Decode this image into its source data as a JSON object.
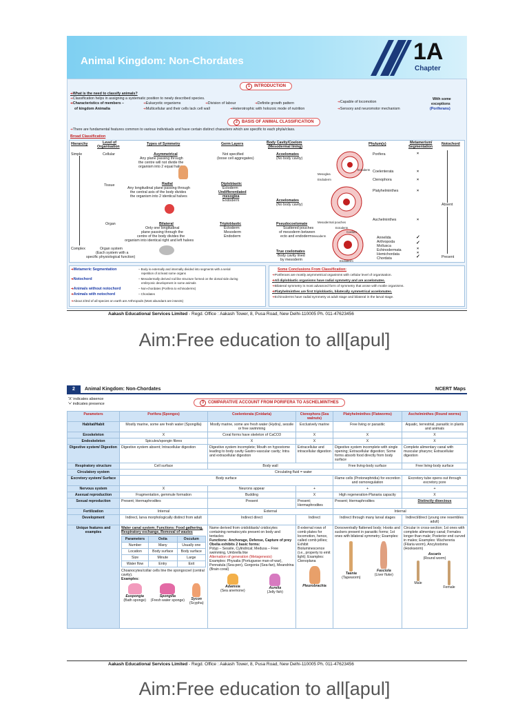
{
  "page1": {
    "title": "Animal Kingdom: Non-Chordates",
    "chapter_num": "1A",
    "chapter_label": "Chapter",
    "intro": {
      "num": "1",
      "heading": "INTRODUCTION",
      "q": "What is the need to classify animals?",
      "l1": "Classification helps in assigning a systematic position to newly described species.",
      "l2a": "Characteristics of members –",
      "l2b": "of kingdom Animalia",
      "c1": "Eukaryotic organisms",
      "c2": "Division of labour",
      "c3": "Definite growth pattern",
      "c4": "Capable of locomotion",
      "c5": "Multicellular and their cells lack cell wall",
      "c6": "Heterotrophic with holozoic mode of nutrition",
      "c7": "Sensory and neuromotor mechanism",
      "exc1": "With some",
      "exc2": "exceptions",
      "exc3": "(Poriferans)"
    },
    "basis": {
      "num": "2",
      "heading": "BASIS OF ANIMAL CLASSIFICATION",
      "line": "There are fundamental features common to various individuals and have certain distinct characters which are specific to each phyla/class.",
      "broad": "Broad Classification",
      "h_hier": "Hierarchy",
      "h_level1": "Level of",
      "h_level2": "Organisation",
      "h_sym": "Types of Symmetry",
      "h_germ": "Germ Layers",
      "h_cav1": "Body Cavity/Coelom",
      "h_cav2": "(Mesodermal lining)",
      "h_phy": "Phylum(s)",
      "h_met1": "Metamerism/",
      "h_met2": "Segmentation",
      "h_noto": "Notochord",
      "simple": "Simple",
      "complex": "Complex",
      "cellular": "Cellular",
      "tissue": "Tissue",
      "organ": "Organ",
      "organsys1": "Organ system",
      "organsys2": "(Each system with a",
      "organsys3": "specific physiological function)",
      "asym": "Asymmetrical",
      "asym1": "Any plane passing through",
      "asym2": "the centre will not divide the",
      "asym3": "organism into 2 equal halves",
      "radial": "Radial",
      "rad1": "Any longitudinal plane passing through",
      "rad2": "the central axis of the body divides",
      "rad3": "the organism into 2 identical halves",
      "bilat": "Bilateral",
      "bil1": "Only one longitudinal",
      "bil2": "plane passing through the",
      "bil3": "centre of the body divides the",
      "bil4": "organism into identical right and left halves",
      "ns1": "Not specified",
      "ns2": "(loose cell aggregates)",
      "diplo": "Diploblastic",
      "dip1": "Ectoderm",
      "dip2": "Undifferentiated",
      "dip3": "mesoglea",
      "dip4": "Endoderm",
      "triplo": "Triploblastic",
      "tri1": "Ectoderm",
      "tri2": "Mesoderm",
      "tri3": "Endoderm",
      "acoel": "Acoelomates",
      "acoel1": "(No body cavity)",
      "acoel2": "Acoelomates",
      "acoel3": "(No body cavity)",
      "pseudo": "Pseudocoelomate",
      "ps1": "Scattered pouches",
      "ps2": "of mesoderm between",
      "ps3": "ecto and endoderm",
      "truec": "True coelomates",
      "tc1": "Body cavity lined",
      "tc2": "by mesoderm",
      "mesodpouch": "Mesodermal pouches",
      "lbl_ecto": "Ectoderm",
      "lbl_meso": "Mesoglea",
      "lbl_endo": "Endoderm",
      "lbl_meso2": "Mesoderm",
      "lbl_coel": "Coelom",
      "lbl_ecto2": "Ectoderm",
      "lbl_endo2": "Endoderm",
      "p1": "Porifera",
      "p2": "Coelenterata",
      "p3": "Ctenophora",
      "p4": "Platyhelminthes",
      "p5": "Aschelminthes",
      "p6": "Annelida",
      "p7": "Arthropoda",
      "p8": "Mollusca",
      "p9": "Echinodermata",
      "p10": "Hemichordata",
      "p11": "Chordata",
      "absent": "Absent",
      "present": "Present"
    },
    "notes": {
      "meta_h": "Metameric Segmentation",
      "meta_t1": "– Body is externally and internally divided into segments with a serial",
      "meta_t2": "repetition of at least some organs",
      "noto_h": "Notochord",
      "noto_t1": "– Mesodermally derived rod like structure formed on the dorsal side during",
      "noto_t2": "embryonic development in some animals",
      "wo_h": "Animals without notochord",
      "wo_t": "– Non-chordates (Porifera to echinoderms)",
      "w_h": "Animals with notochord",
      "w_t": "– Chordates",
      "about": "About 2/3rd of all species on earth are Arthropods (Most abundant are insects)",
      "conc_h": "Some Conclusions From Classification:",
      "conc1": "Poriferans are mostly asymmetrical organisms with cellular level of organisation.",
      "conc2": "All diploblastic organisms have radial symmetry and are acoelomates.",
      "conc3": "Bilateral symmetry is most advanced form of symmetry that arose with motile organisms.",
      "conc4": "Platyhelminthes are first triploblastic, bilaterally symmetrical acoelomates.",
      "conc5": "Echinoderms have radial symmetry at adult stage and bilateral in the larval stage."
    },
    "footer_a": "Aakash Educational Services Limited",
    "footer_b": " - Regd. Office : Aakash Tower, 8, Pusa Road, New Delhi-110005 Ph. 011-47623456"
  },
  "aim": "Aim:Free education to all[apul]",
  "page2": {
    "page_num": "2",
    "title": "Animal Kingdom: Non-Chordates",
    "right": "NCERT Maps",
    "leg1": "'X' indicates absence",
    "leg2": "'+' indicates presence",
    "sec_num": "3",
    "sec_heading": "COMPARATIVE ACCOUNT FROM PORIFERA TO ASCHELMINTHES",
    "headers": [
      "Parameters",
      "Porifera (Sponges)",
      "Coelenterata (Cnidaria)",
      "Ctenophora (Sea walnuts)",
      "Platyhelminthes (Flatworms)",
      "Aschelminthes (Round worms)"
    ],
    "rows": [
      [
        "Habitat/Habit",
        "Mostly marine, some are fresh water (Spongilla)",
        "Mostly marine, some are fresh water (Hydra), sessile or free swimming",
        "Exclusively marine",
        "Free living or parasitic",
        "Aquatic, terrestrial, parasitic in plants and animals"
      ],
      [
        "Exoskeleton",
        "X",
        "Coral forms have skeleton of CaCO3",
        "X",
        "X",
        "X"
      ],
      [
        "Endoskeleton",
        "Spicules/spongin fibres",
        "X",
        "X",
        "X",
        "X"
      ],
      [
        "Digestive system/ Digestion",
        "Digestive system absent; Intracellular digestion",
        "Digestive system incomplete; Mouth on hypostome leading to body cavity Gastro-vascular cavity; Intra and extracellular digestion",
        "Extracellular and intracellular digestion",
        "Digestive system incomplete with single opening; Extracellular digestion; Some forms absorb food directly from body surface",
        "Complete alimentary canal with muscular pharynx; Extracellular digestion"
      ],
      [
        "Respiratory structure",
        "Cell surface",
        "Body wall",
        "Body wall",
        "Free living-body surface",
        "Free living-body surface"
      ],
      [
        "Circulatory system",
        "Circulating fluid = water",
        "",
        "",
        "",
        ""
      ],
      [
        "Excretory system/ Surface",
        "Body surface",
        "",
        "",
        "Flame cells (Protonephridia) for excretion and osmoregulation",
        "Excretory tube opens out through excretory pore"
      ],
      [
        "Nervous system",
        "X",
        "Neurons appear",
        "+",
        "+",
        "+"
      ],
      [
        "Asexual reproduction",
        "Fragmentation, gemmule formation",
        "Budding",
        "X",
        "High regeneration-Planaria capacity",
        "X"
      ],
      [
        "Sexual reproduction",
        "Present; Hermaphrodites",
        "Present",
        "Present; Hermaphrodites",
        "Present; Hermaphrodites",
        "Distinctly dioecious"
      ],
      [
        "Fertilization",
        "Internal",
        "External",
        "",
        "Internal",
        ""
      ],
      [
        "Development",
        "Indirect, larva morphologically distinct from adult",
        "Indirect direct",
        "Indirect",
        "Indirect through many larval stages",
        "Indirect/direct (young one resembles adult)"
      ]
    ],
    "uf_h": "Unique features and examples",
    "uf1": "Water canal system; Functions: Food gathering, Respiratory exchange, Removal of wastes",
    "uf1_t_h": [
      "Parameters",
      "Ostia",
      "Osculum"
    ],
    "uf1_t": [
      [
        "Number",
        "Many",
        "Usually one"
      ],
      [
        "Location",
        "Body surface",
        "Body surface"
      ],
      [
        "Size",
        "Minute",
        "Large"
      ],
      [
        "Water flow",
        "Entry",
        "Exit"
      ]
    ],
    "uf1b": "Choanocytes/collar cells line the spongocoel (central cavity).",
    "uf1c": "Examples:",
    "ex1": [
      "Euspongia",
      "(Bath sponge)",
      "Spongilla",
      "(Fresh water sponge)",
      "Sycon",
      "(Scypha)"
    ],
    "uf2": "Name derived from cnidoblasts/ cnidocytes containing nematocysts present on body and tentacles",
    "uf2b": "Functions: Anchorage, Defense, Capture of prey",
    "uf2c": "Obelia exhibits 2 basic forms:",
    "uf2d": "Polyp – Sessile, Cylindrical; Medusa – Free swimming, Umbrella like",
    "uf2e": "Alternation of generation (Metagenesis)",
    "uf2f": "Examples: Physalia (Portuguese man-of-war), Pennatula (Sea-pen), Gorgonia (Sea-fan), Meandrina (Brain coral)",
    "ex2": [
      "Adamsia",
      "(Sea anemone)",
      "Aurelia",
      "(Jelly fish)"
    ],
    "uf3": "8 external rows of comb plates for locomotion, hence, called comb jellies; Exhibit Bioluminescence (i.e., property to emit light); Examples: Ctenoplana",
    "ex3": [
      "Pleurobrachia"
    ],
    "uf4": "Dorsoventrally flattened body; Hooks and suckers present in parasitic forms; 1st ones with bilateral symmetry; Examples:",
    "ex4": [
      "Taenia",
      "(Tapeworm)",
      "Fasciola",
      "(Liver fluke)"
    ],
    "uf5": "Circular in cross-section; 1st ones with complete alimentary canal; Females longer than male; Posterior end curved in males; Examples: Wuchereria (Filaria worm), Ancylostoma (Hookworm)",
    "ex5": [
      "Ascaris",
      "(Round worm)",
      "Male",
      "Female"
    ],
    "footer_a": "Aakash Educational Services Limited",
    "footer_b": " - Regd. Office : Aakash Tower, 8, Pusa Road, New Delhi-110005 Ph. 011-47623456"
  },
  "colors": {
    "header_blue": "#7fd0f2",
    "accent_red": "#c21f1f",
    "navy": "#1a3a7a",
    "cell_blue": "#cfe3f6"
  }
}
